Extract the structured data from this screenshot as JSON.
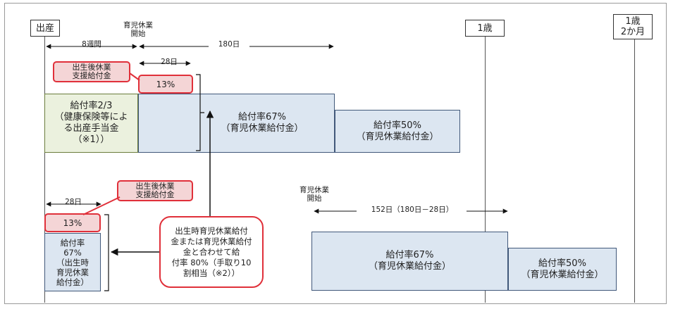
{
  "milestones": {
    "birth": "出産",
    "leave_start": "育児休業\n開始",
    "one_year": "1歳",
    "one_year_two_months": "1歳\n2か月"
  },
  "durations": {
    "eight_weeks": "8週間",
    "one_eighty": "180日",
    "twenty_eight_top": "28日",
    "twenty_eight_bottom": "28日",
    "one_fifty_two": "152日（180日－28日）"
  },
  "top_scenario": {
    "postnatal_benefit_tag": "出生後休業\n支援給付金",
    "rate_13": "13%",
    "maternity_bar": "給付率2/3\n（健康保険等によ\nる出産手当金\n（※1））",
    "childcare_67_bar": "給付率67%\n（育児休業給付金）",
    "childcare_50_bar": "給付率50%\n（育児休業給付金）"
  },
  "bottom_scenario": {
    "leave_start_label": "育児休業\n開始",
    "postnatal_benefit_tag": "出生後休業\n支援給付金",
    "rate_13": "13%",
    "birth_leave_bar": "給付率\n67%\n（出生時\n育児休業\n給付金）",
    "callout": "出生時育児休業給付\n金または育児休業給付\n金と合わせて給\n付率 80%（手取り10\n割相当（※2））",
    "childcare_67_bar": "給付率67%\n（育児休業給付金）",
    "childcare_50_bar": "給付率50%\n（育児休業給付金）"
  },
  "colors": {
    "bar_blue": "#dce6f1",
    "bar_green": "#ebf1de",
    "highlight_red": "#e0303a",
    "highlight_pink": "#f4d5d6"
  }
}
